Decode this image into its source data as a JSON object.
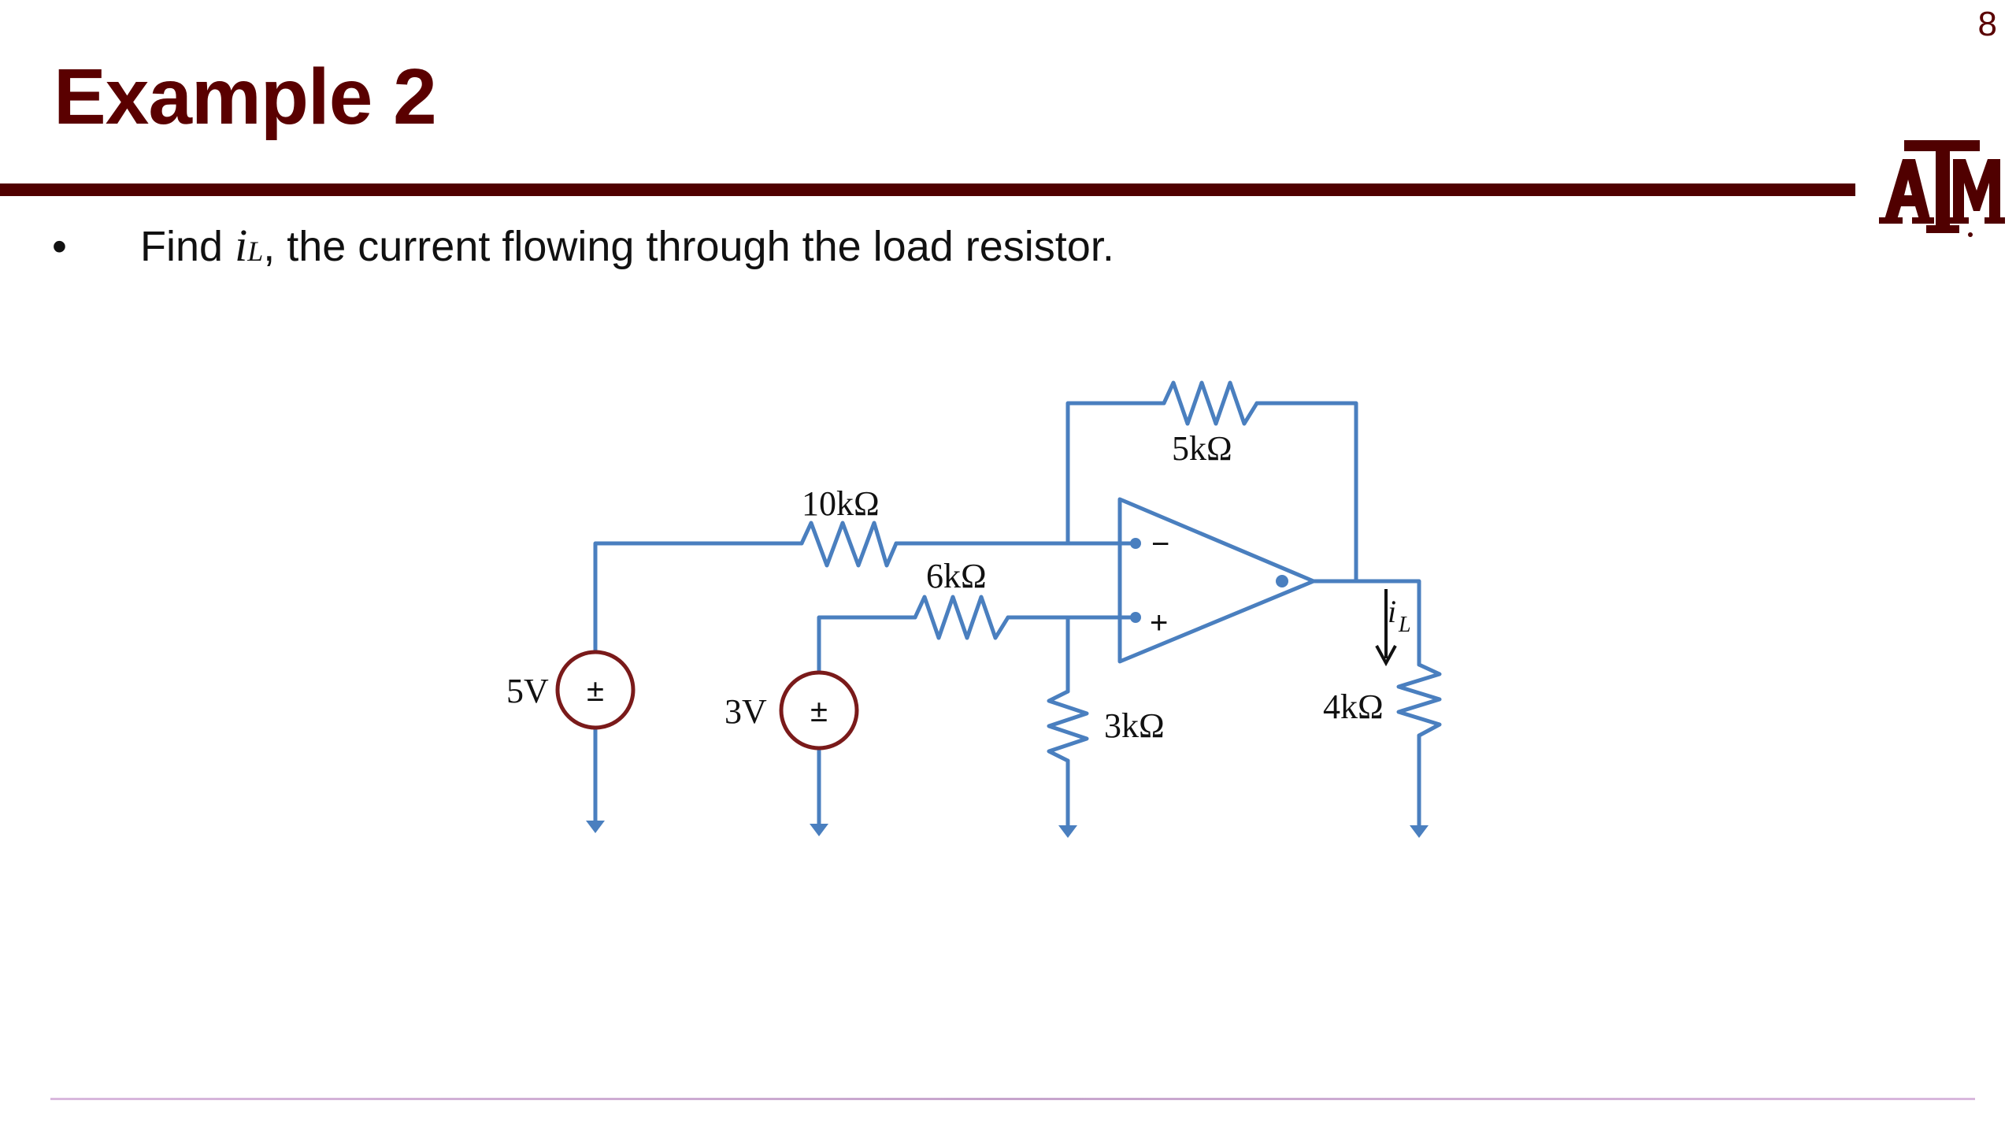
{
  "slide": {
    "page_number": "8",
    "title": "Example 2",
    "bullet": {
      "marker": "•",
      "text_before": "Find ",
      "var_symbol": "i",
      "var_subscript": "L",
      "text_after": ", the current flowing through the load resistor."
    },
    "logo_alt": "Texas A&M logo"
  },
  "circuit": {
    "source_left_label": "5V",
    "source_right_label": "3V",
    "source_sign": "±",
    "r_feedback_label": "5kΩ",
    "r_input_label": "10kΩ",
    "r_noninv_label": "6kΩ",
    "r_ground_label": "3kΩ",
    "r_load_label": "4kΩ",
    "opamp_minus": "−",
    "opamp_plus": "+",
    "current_symbol": "i",
    "current_subscript": "L",
    "colors": {
      "wire": "#4a7fbf",
      "source_outline": "#7a1a1a",
      "brand": "#500000"
    }
  }
}
